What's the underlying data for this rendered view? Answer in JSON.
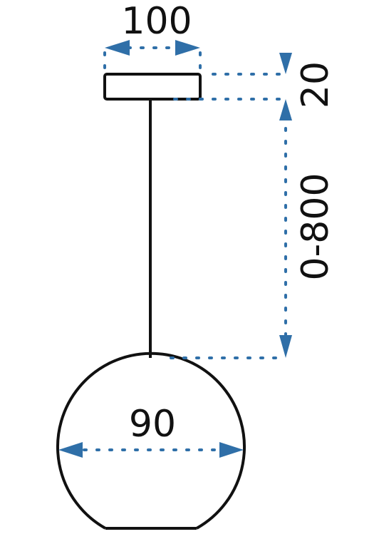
{
  "diagram": {
    "labels": {
      "canopy_width": "100",
      "canopy_height": "20",
      "cable_length": "0-800",
      "shade_diameter": "90"
    },
    "colors": {
      "outline": "#111111",
      "dimension": "#2f6fa8"
    }
  }
}
